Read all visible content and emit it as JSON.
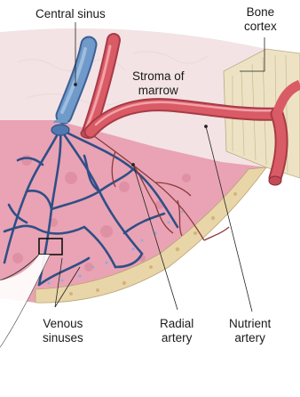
{
  "labels": {
    "central_sinus": "Central sinus",
    "bone_cortex": [
      "Bone",
      "cortex"
    ],
    "stroma": [
      "Stroma of",
      "marrow"
    ],
    "venous_sinuses": [
      "Venous",
      "sinuses"
    ],
    "radial_artery": [
      "Radial",
      "artery"
    ],
    "nutrient_artery": [
      "Nutrient",
      "artery"
    ]
  },
  "colors": {
    "vein": "#6f9ac9",
    "artery": "#d95b66",
    "marrow": "#e9a3b4",
    "bone": "#efe3c3",
    "stroma": "#f3e3e4",
    "sinus_network": "#2f4f86"
  }
}
